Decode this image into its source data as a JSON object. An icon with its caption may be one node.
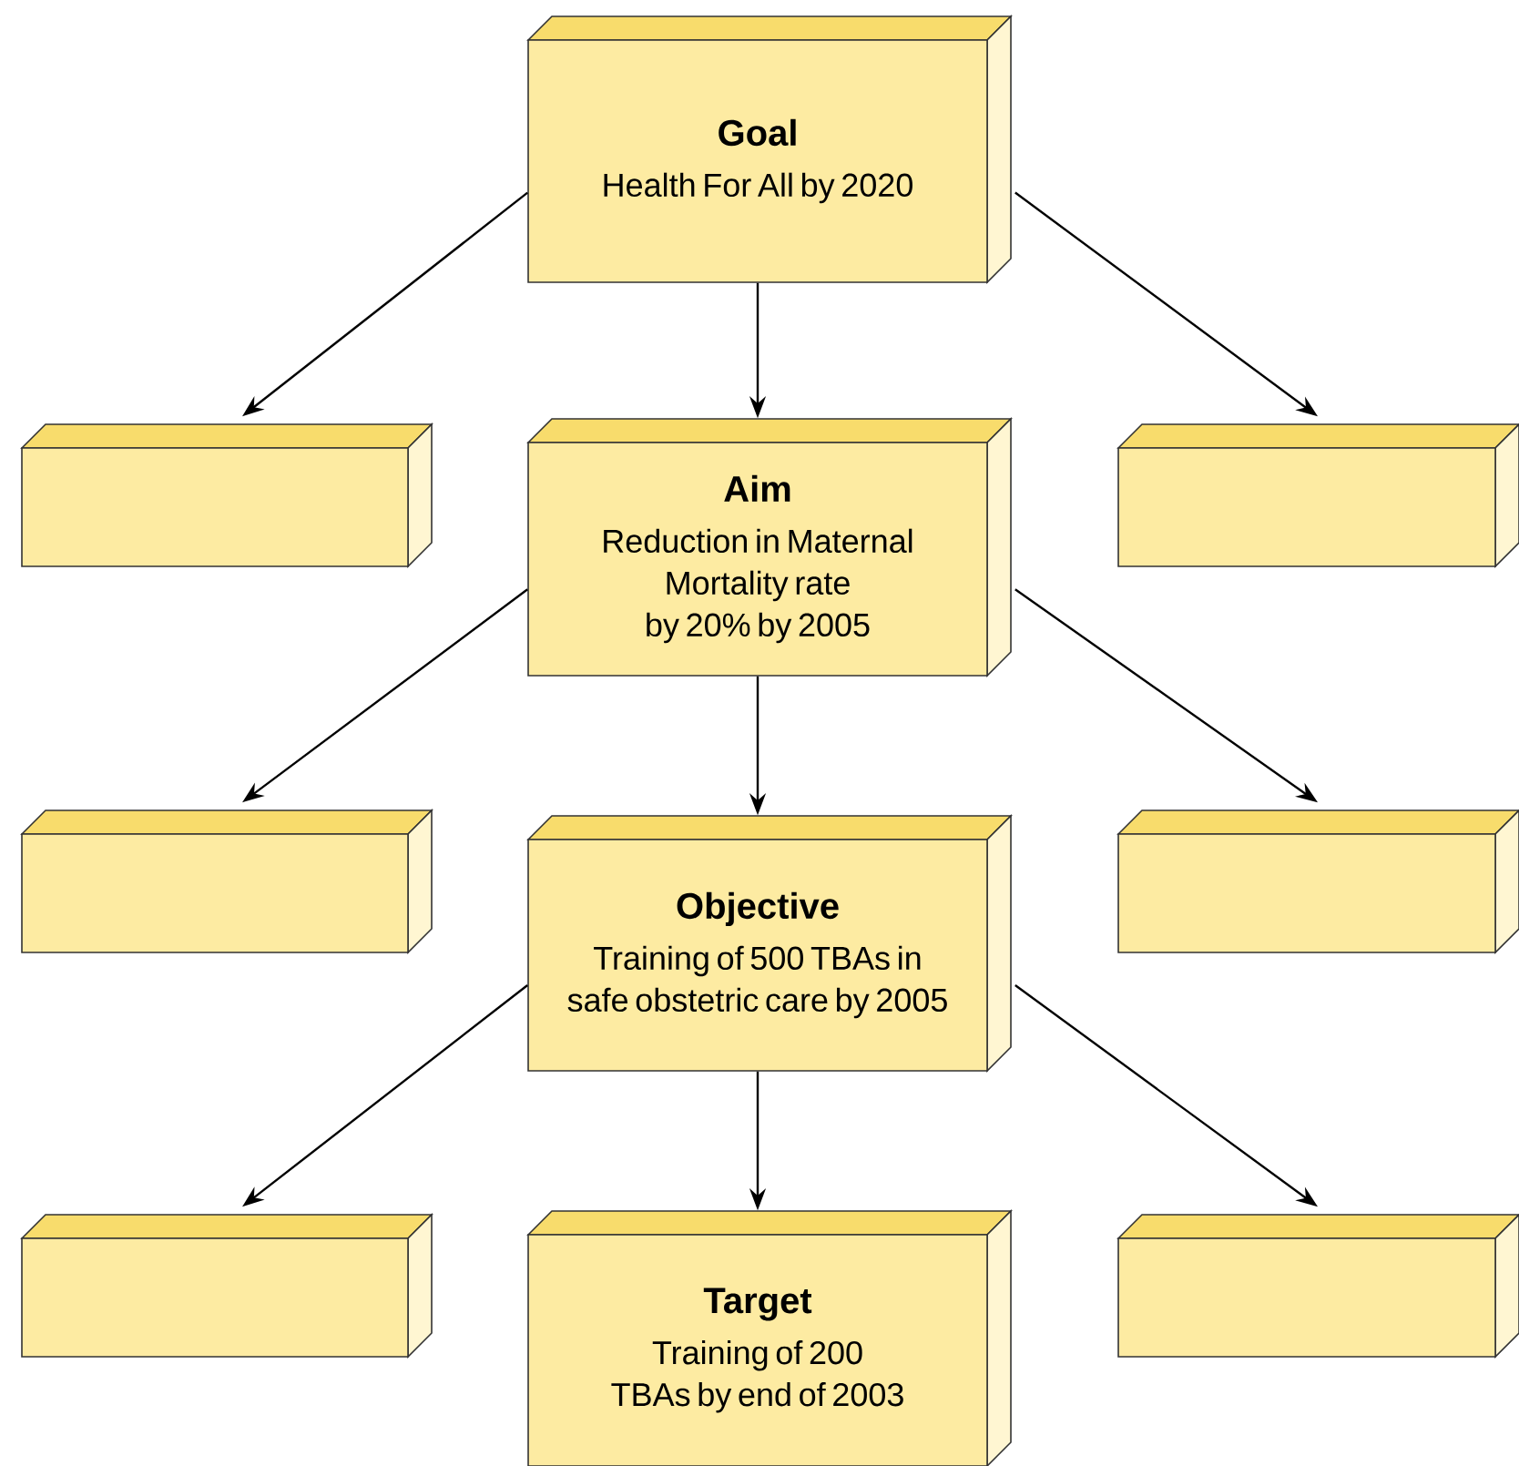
{
  "diagram": {
    "nodes": [
      {
        "text": [
          "Goal",
          "Health For All by 2020"
        ]
      },
      {
        "text": [],
        "shape": "box"
      },
      {
        "text": [
          "Aim",
          "Reduction in Maternal Mortality rate by 20% by 2005"
        ]
      },
      {
        "text": [],
        "shape": "box"
      },
      {
        "text": [],
        "shape": "box"
      },
      {
        "text": [
          "Objective",
          "Training of 500 TBAs in safe obstetric care by 2005"
        ]
      },
      {
        "text": [],
        "shape": "box"
      },
      {
        "text": [],
        "shape": "box"
      },
      {
        "text": [
          "Target",
          "Training of 200 TBAs by end of 2003"
        ]
      },
      {
        "text": [],
        "shape": "box"
      }
    ],
    "edges": [
      {
        "from": 0,
        "to": 1,
        "arrow": "to"
      },
      {
        "from": 0,
        "to": 2,
        "arrow": "to"
      },
      {
        "from": 0,
        "to": 3,
        "arrow": "to"
      },
      {
        "from": 2,
        "to": 4,
        "arrow": "to"
      },
      {
        "from": 2,
        "to": 5,
        "arrow": "to"
      },
      {
        "from": 2,
        "to": 6,
        "arrow": "to"
      },
      {
        "from": 5,
        "to": 7,
        "arrow": "to"
      },
      {
        "from": 5,
        "to": 8,
        "arrow": "to"
      },
      {
        "from": 5,
        "to": 9,
        "arrow": "to"
      }
    ]
  }
}
